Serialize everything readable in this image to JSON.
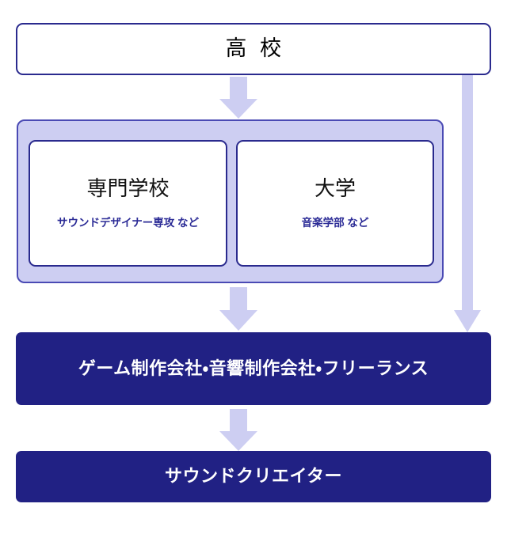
{
  "diagram": {
    "type": "flowchart",
    "orientation": "top-to-bottom",
    "background_color": "#ffffff",
    "accent_navy": "#212184",
    "accent_lavender": "#cdcef2",
    "accent_border": "#2a2a8e",
    "nodes": {
      "high_school": {
        "label": "高  校",
        "style": "outline"
      },
      "education_group": {
        "vocational": {
          "title": "専門学校",
          "subtitle": "サウンドデザイナー専攻 など"
        },
        "university": {
          "title": "大学",
          "subtitle": "音楽学部 など"
        }
      },
      "employers": {
        "label": "ゲーム制作会社・音響制作会社・フリーランス",
        "style": "filled"
      },
      "goal": {
        "label": "サウンドクリエイター",
        "style": "filled"
      }
    },
    "arrows": [
      {
        "name": "high-school-to-education",
        "direction": "down"
      },
      {
        "name": "education-to-employers",
        "direction": "down"
      },
      {
        "name": "high-school-to-employers-bypass",
        "direction": "down"
      },
      {
        "name": "employers-to-goal",
        "direction": "down"
      }
    ]
  }
}
